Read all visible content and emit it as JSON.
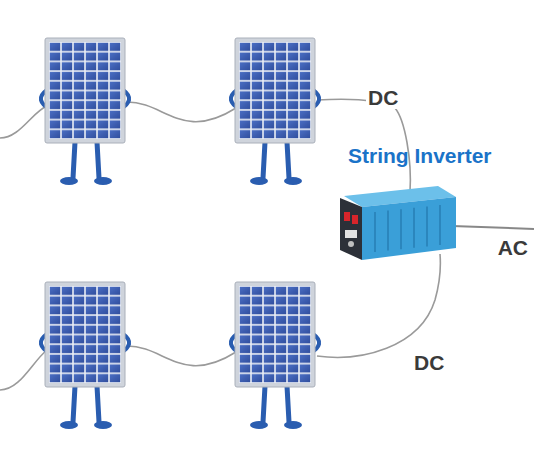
{
  "diagram": {
    "nodes": [
      {
        "text": [
          "String Inverter"
        ]
      }
    ],
    "labels": [
      "DC",
      "DC",
      "AC"
    ]
  }
}
